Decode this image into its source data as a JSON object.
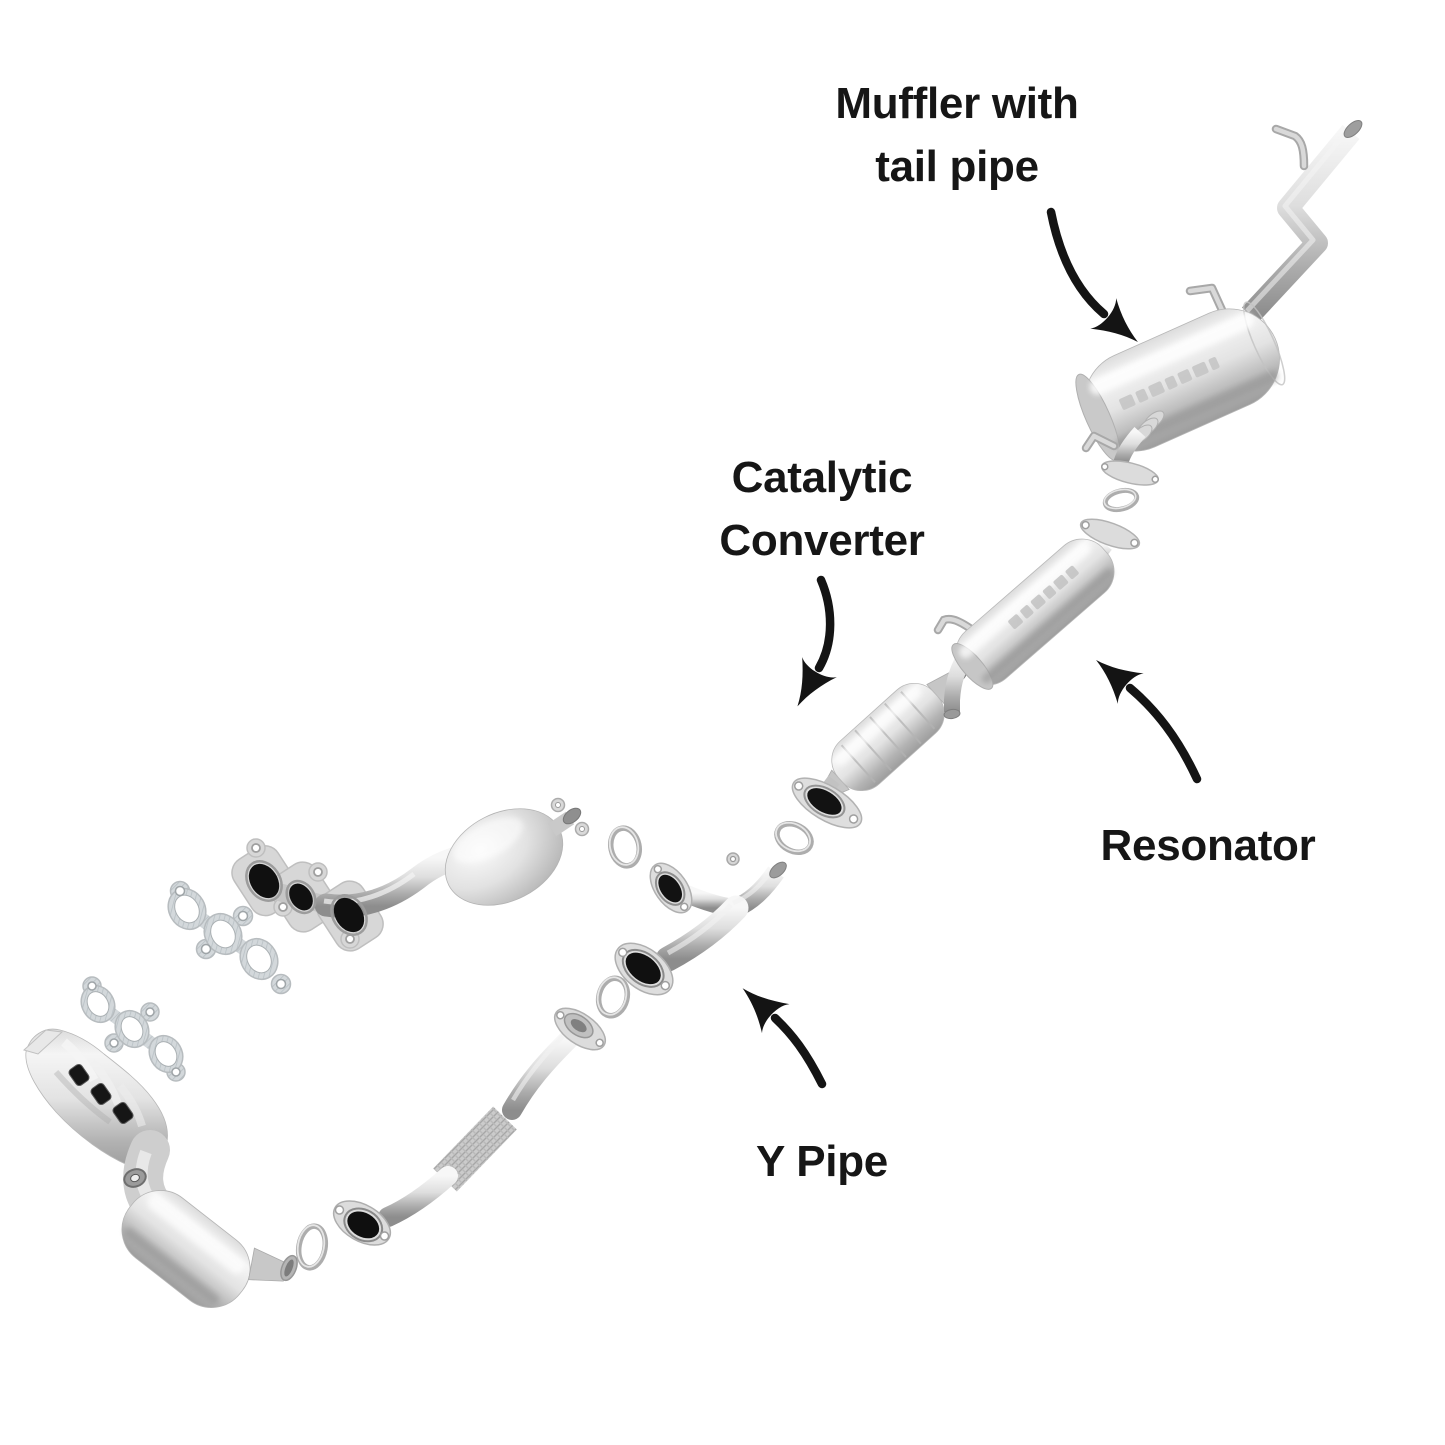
{
  "page": {
    "background": "#ffffff"
  },
  "colors": {
    "label_text": "#161616",
    "arrow": "#141414",
    "metal_light": "#f6f6f6",
    "metal_mid": "#d9d9d9",
    "metal_dark": "#9a9a9a",
    "port_black": "#121212",
    "gasket": "#d3d8db"
  },
  "annotations": {
    "muffler": {
      "line1": "Muffler with",
      "line2": "tail pipe"
    },
    "catalytic": {
      "line1": "Catalytic",
      "line2": "Converter"
    },
    "resonator": {
      "label": "Resonator"
    },
    "y_pipe": {
      "label": "Y Pipe"
    }
  }
}
